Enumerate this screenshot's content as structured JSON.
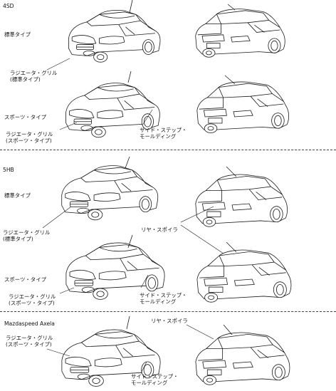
{
  "sections": [
    {
      "title": "4SD",
      "rows": [
        {
          "label": "標準タイプ",
          "callouts": [
            "ラジエータ・グリル",
            "(標準タイプ)"
          ],
          "extra": []
        },
        {
          "label": "スポーツ・タイプ",
          "callouts": [
            "ラジエータ・グリル",
            "(スポーツ・タイプ)"
          ],
          "extra": [
            "サイド・ステップ・",
            "モールディング"
          ]
        }
      ]
    },
    {
      "title": "5HB",
      "rows": [
        {
          "label": "標準タイプ",
          "callouts": [
            "ラジエータ・グリル",
            "(標準タイプ)"
          ],
          "extra": [
            "リヤ・スポイラ"
          ]
        },
        {
          "label": "スポーツ・タイプ",
          "callouts": [
            "ラジエータ・グリル",
            "(スポーツ・タイプ)"
          ],
          "extra": [
            "サイド・ステップ・",
            "モールディング"
          ]
        }
      ]
    },
    {
      "title": "Mazdaspeed Axela",
      "rows": [
        {
          "label": "",
          "callouts": [
            "ラジエータ・グリル",
            "(スポーツ・タイプ)"
          ],
          "extra": [
            "リヤ・スポイラ",
            "サイド・ステップ・",
            "モールディング"
          ]
        }
      ]
    }
  ],
  "colors": {
    "line": "#1a1a1a",
    "divider": "#444444",
    "background": "#ffffff"
  }
}
